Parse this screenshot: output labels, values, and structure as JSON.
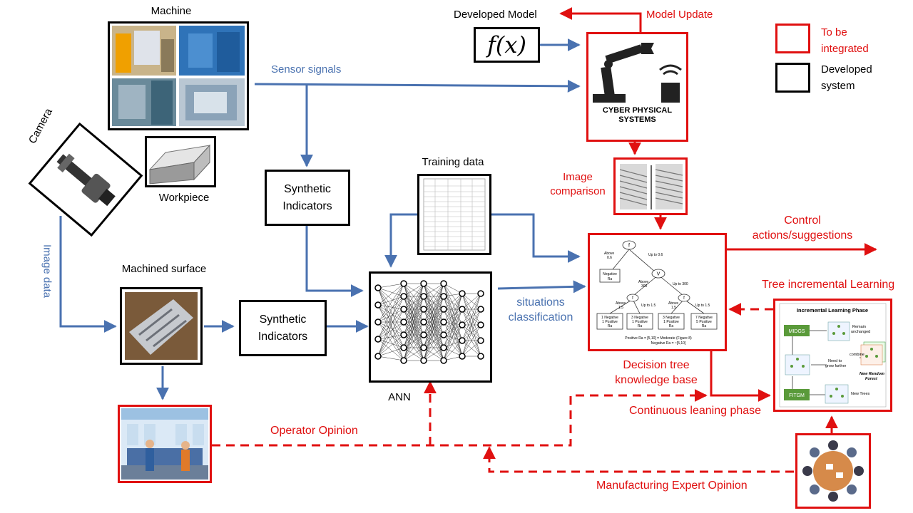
{
  "labels": {
    "machine": "Machine",
    "developed_model": "Developed Model",
    "model_update": "Model Update",
    "sensor_signals": "Sensor signals",
    "camera": "Camera",
    "workpiece": "Workpiece",
    "image_data": "Image data",
    "machined_surface": "Machined surface",
    "synthetic_1_line1": "Synthetic",
    "synthetic_1_line2": "Indicators",
    "synthetic_2_line1": "Synthetic",
    "synthetic_2_line2": "Indicators",
    "training_data": "Training data",
    "ann": "ANN",
    "situations_line1": "situations",
    "situations_line2": "classification",
    "image_comparison_line1": "Image",
    "image_comparison_line2": "comparison",
    "control_line1": "Control",
    "control_line2": "actions/suggestions",
    "tree_incremental": "Tree incremental Learning",
    "decision_tree_line1": "Decision tree",
    "decision_tree_line2": "knowledge base",
    "continuous": "Continuous leaning phase",
    "operator_opinion": "Operator Opinion",
    "manufacturing_expert": "Manufacturing Expert Opinion"
  },
  "model_box": {
    "formula": "f(x)"
  },
  "cps": {
    "title_line1": "CYBER PHYSICAL",
    "title_line2": "SYSTEMS"
  },
  "legend": {
    "to_be_integrated_line1": "To be",
    "to_be_integrated_line2": "integrated",
    "developed_system_line1": "Developed",
    "developed_system_line2": "system"
  },
  "decision_tree": {
    "root": "f",
    "edge_above_line1": "Above",
    "edge_above_line2": "0.6",
    "edge_up_to_06": "Up to 0.6",
    "leaf_negative_line1": "Negative",
    "leaf_negative_line2": "Ra",
    "node_v": "V",
    "edge_above300_line1": "Above",
    "edge_above300_line2": "300",
    "edge_up_to_300": "Up to 300",
    "node_f_left": "f",
    "node_f_right": "f",
    "edge_above15_l_line1": "Above",
    "edge_above15_l_line2": "1.5",
    "edge_up_to_15_l": "Up to 1.5",
    "edge_above15_r_line1": "Above",
    "edge_above15_r_line2": "1.5",
    "edge_up_to_15_r": "Up to 1.5",
    "leaf1_line1": "1 Negative",
    "leaf1_line2": "1 Positive",
    "leaf1_line3": "Ra",
    "leaf2_line1": "3 Negative",
    "leaf2_line2": "1 Positive",
    "leaf2_line3": "Ra",
    "leaf3_line1": "3 Negative",
    "leaf3_line2": "1 Positive",
    "leaf3_line3": "Ra",
    "leaf4_line1": "7 Negative",
    "leaf4_line2": "5 Positive",
    "leaf4_line3": "Ra",
    "footer_line1": "Positive Ra = [5,10] = Moderate (Figure 8)",
    "footer_line2": "Negative Ra = ~[5,10]"
  },
  "incremental": {
    "title": "Incremental Learning Phase",
    "midgs": "MIDGS",
    "fitgm": "FITGM",
    "remain_line1": "Remain",
    "remain_line2": "unchanged",
    "need_line1": "Need to",
    "need_line2": "grow further",
    "combine": "combine",
    "new_rf_line1": "New Random",
    "new_rf_line2": "Forest",
    "new_trees": "New Trees"
  },
  "colors": {
    "red": "#e01010",
    "blue": "#4a72b0",
    "black": "#000000",
    "midgs_green": "#5a9a3a"
  },
  "icons": {
    "machine_photos": "machine-photo-collage",
    "workpiece": "metal-block-image",
    "camera": "camera-arm-image",
    "machined_surface": "machined-surface-photo",
    "cps": "robot-arm-wifi-icon",
    "image_comparison": "surface-texture-images",
    "training_data": "data-table-image",
    "ann": "neural-network-diagram",
    "operator": "factory-workers-illustration",
    "expert": "meeting-table-illustration"
  }
}
